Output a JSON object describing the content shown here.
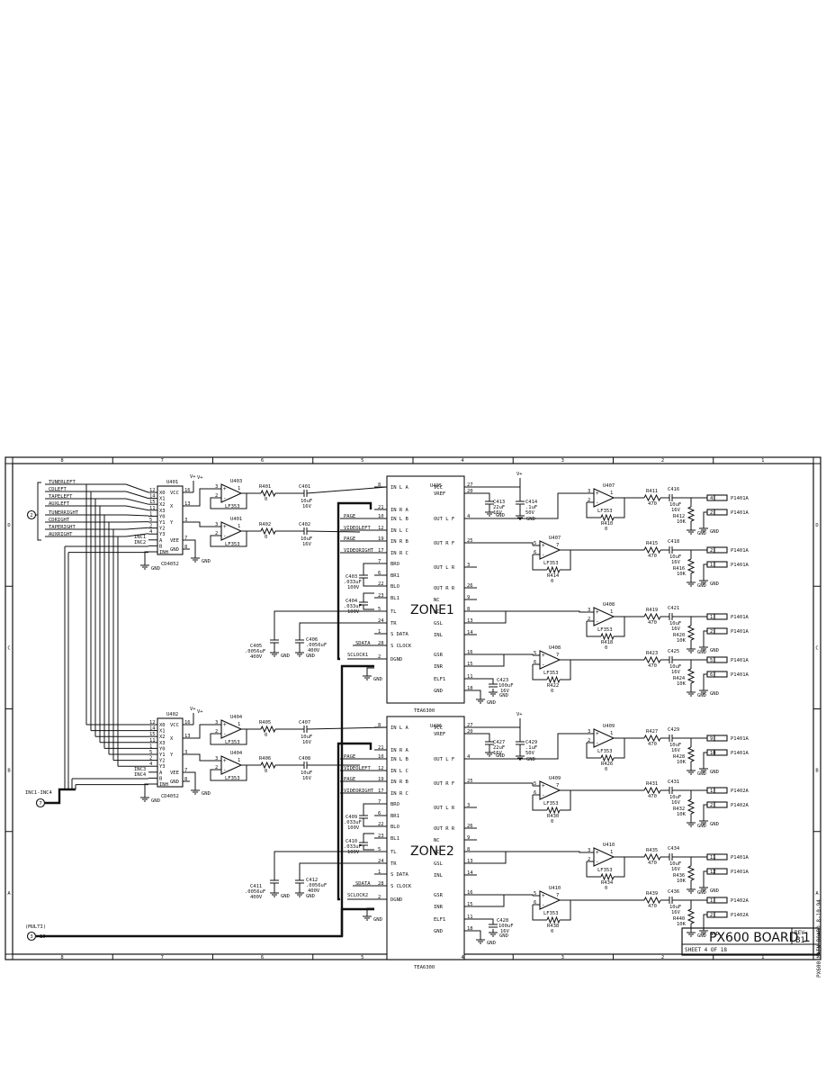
{
  "title_block": {
    "board_name": "PX600 BOARD 1",
    "rev_label": "REV",
    "rev_value": "B1",
    "sheet": "SHEET 4 OF 18",
    "side_note": "PX600 MAIN BOARD 8-10-94"
  },
  "connectors": {
    "input2_number": "2",
    "multi_label": "(MULTI)",
    "multi_number": "3",
    "multi_pin": "10",
    "inc_bus_label": "INC1-INC4",
    "inc_bus_number": "7"
  },
  "inputs_left": [
    "TUNERLEFT",
    "CDLEFT",
    "TAPELEFT",
    "AUXLEFT"
  ],
  "inputs_right": [
    "TUNERRIGHT",
    "CDRIGHT",
    "TAPERIGHT",
    "AUXRIGHT"
  ],
  "mux": {
    "top": {
      "ref": "U401",
      "part": "CD4052",
      "pins_left": [
        "12",
        "14",
        "15",
        "11",
        "1",
        "5",
        "2",
        "4"
      ],
      "pins_x": [
        "10",
        "9",
        "6",
        "8"
      ],
      "vdd_pin": "16",
      "x_pin": "13",
      "y_pin": "3",
      "vee_pin": "7",
      "gnd_pin": "8",
      "ctrl": [
        "INC1",
        "INC2"
      ]
    },
    "bottom": {
      "ref": "U402",
      "part": "CD4052",
      "ctrl": [
        "INC3",
        "INC4"
      ]
    },
    "inner_left": [
      "X0",
      "X1",
      "X2",
      "X3",
      "Y0",
      "Y1",
      "Y2",
      "Y3",
      "A",
      "B",
      "INH"
    ],
    "inner_right": [
      "VCC",
      "X",
      "Y",
      "VEE",
      "GND"
    ]
  },
  "buffers": {
    "top": [
      {
        "ref": "U403",
        "part": "LF353",
        "r": "R401",
        "r_val": "0",
        "c": "C401",
        "c_val": "10uF",
        "c_v": "16V"
      },
      {
        "ref": "U401",
        "part": "LF353",
        "r": "R402",
        "r_val": "0",
        "c": "C402",
        "c_val": "10uF",
        "c_v": "16V"
      }
    ],
    "bottom": [
      {
        "ref": "U404",
        "part": "LF353",
        "r": "R405",
        "r_val": "0",
        "c": "C407",
        "c_val": "10uF",
        "c_v": "16V"
      },
      {
        "ref": "U404",
        "part": "LF353",
        "r": "R406",
        "r_val": "0",
        "c": "C408",
        "c_val": "10uF",
        "c_v": "16V"
      }
    ]
  },
  "common": {
    "vplus": "V+",
    "gnd": "GND",
    "lf353": "LF353",
    "op_pins": [
      "3",
      "2",
      "1",
      "5",
      "6",
      "7"
    ]
  },
  "zones": [
    {
      "name": "ZONE1",
      "ref": "U405",
      "part": "TEA6300",
      "left_pins": [
        [
          "IN L A",
          "8"
        ],
        [
          "IN R A",
          "21"
        ],
        [
          "IN L B",
          "10"
        ],
        [
          "IN L C",
          "12"
        ],
        [
          "IN R B",
          "19"
        ],
        [
          "IN R C",
          "17"
        ],
        [
          "BRO",
          "7"
        ],
        [
          "BR1",
          "6"
        ],
        [
          "BLO",
          "22"
        ],
        [
          "BL1",
          "23"
        ],
        [
          "TL",
          "5"
        ],
        [
          "TR",
          "24"
        ],
        [
          "S DATA",
          "1"
        ],
        [
          "S CLOCK",
          "28"
        ],
        [
          "DGND",
          "2"
        ]
      ],
      "right_pins": [
        [
          "VCC",
          "27"
        ],
        [
          "VREF",
          "20"
        ],
        [
          "OUT L F",
          "4"
        ],
        [
          "OUT R F",
          "25"
        ],
        [
          "OUT L R",
          "3"
        ],
        [
          "OUT R R",
          "26"
        ],
        [
          "NC",
          "9"
        ],
        [
          "NC",
          "8"
        ],
        [
          "GSL",
          "13"
        ],
        [
          "INL",
          "14"
        ],
        [
          "GSR",
          "16"
        ],
        [
          "INR",
          "15"
        ],
        [
          "ELF1",
          "11"
        ],
        [
          "GND",
          "18"
        ]
      ],
      "nets": [
        "PAGE",
        "VIDEOLEFT",
        "PAGE",
        "VIDEORIGHT",
        "SDATA",
        "SCLOCK1"
      ],
      "caps": [
        {
          "ref": "C403",
          "val": ".033uF",
          "v": "100V"
        },
        {
          "ref": "C404",
          "val": ".033uF",
          "v": "100V"
        },
        {
          "ref": "C405",
          "val": ".0056uF",
          "v": "400V"
        },
        {
          "ref": "C406",
          "val": ".0056uF",
          "v": "400V"
        },
        {
          "ref": "C413",
          "val": "22uF",
          "v": "16V"
        },
        {
          "ref": "C414",
          "val": ".1uF",
          "v": "50V"
        },
        {
          "ref": "C423",
          "val": "100uF",
          "v": "16V"
        }
      ],
      "outputs": [
        {
          "op": "U407",
          "op_pins": [
            "3",
            "2",
            "1"
          ],
          "r_fb": "R410",
          "r": "R411",
          "r_val": "470",
          "c": "C416",
          "c_val": "10uF",
          "c_v": "16V",
          "rl": "R412",
          "rl_val": "10K",
          "pin": "4",
          "conn": "P1401A",
          "pin2": "2",
          "conn2": "P1401A"
        },
        {
          "op": "U407",
          "op_pins": [
            "5",
            "6",
            "7"
          ],
          "r_fb": "R414",
          "r": "R415",
          "r_val": "470",
          "c": "C418",
          "c_val": "10uF",
          "c_v": "16V",
          "rl": "R416",
          "rl_val": "10K",
          "pin": "2",
          "conn": "P1401A",
          "pin2": "1",
          "conn2": "P1401A"
        },
        {
          "op": "U408",
          "op_pins": [
            "3",
            "2",
            "1"
          ],
          "r_fb": "R418",
          "r": "R419",
          "r_val": "470",
          "c": "C421",
          "c_val": "10uF",
          "c_v": "16V",
          "rl": "R420",
          "rl_val": "10K",
          "pin": "1",
          "conn": "P1401A",
          "pin2": "2",
          "conn2": "P1401A"
        },
        {
          "op": "U408",
          "op_pins": [
            "5",
            "6",
            "7"
          ],
          "r_fb": "R422",
          "r": "R423",
          "r_val": "470",
          "c": "C425",
          "c_val": "10uF",
          "c_v": "16V",
          "rl": "R424",
          "rl_val": "10K",
          "pin": "5",
          "conn": "P1401A",
          "pin2": "6",
          "conn2": "P1401A"
        }
      ]
    },
    {
      "name": "ZONE2",
      "ref": "U406",
      "part": "TEA6300",
      "left_pins": [
        [
          "IN L A",
          "8"
        ],
        [
          "IN R A",
          "21"
        ],
        [
          "IN L B",
          "10"
        ],
        [
          "IN L C",
          "12"
        ],
        [
          "IN R B",
          "19"
        ],
        [
          "IN R C",
          "17"
        ],
        [
          "BRO",
          "7"
        ],
        [
          "BR1",
          "6"
        ],
        [
          "BLO",
          "22"
        ],
        [
          "BL1",
          "23"
        ],
        [
          "TL",
          "5"
        ],
        [
          "TR",
          "24"
        ],
        [
          "S DATA",
          "1"
        ],
        [
          "S CLOCK",
          "28"
        ],
        [
          "DGND",
          "2"
        ]
      ],
      "right_pins": [
        [
          "VCC",
          "27"
        ],
        [
          "VREF",
          "20"
        ],
        [
          "OUT L F",
          "4"
        ],
        [
          "OUT R F",
          "25"
        ],
        [
          "OUT L R",
          "3"
        ],
        [
          "OUT R R",
          "26"
        ],
        [
          "NC",
          "9"
        ],
        [
          "NC",
          "8"
        ],
        [
          "GSL",
          "13"
        ],
        [
          "INL",
          "14"
        ],
        [
          "GSR",
          "16"
        ],
        [
          "INR",
          "15"
        ],
        [
          "ELF1",
          "11"
        ],
        [
          "GND",
          "18"
        ]
      ],
      "nets": [
        "PAGE",
        "VIDEOLEFT",
        "PAGE",
        "VIDEORIGHT",
        "SDATA",
        "SCLOCK2"
      ],
      "caps": [
        {
          "ref": "C409",
          "val": ".033uF",
          "v": "100V"
        },
        {
          "ref": "C410",
          "val": ".033uF",
          "v": "100V"
        },
        {
          "ref": "C411",
          "val": ".0056uF",
          "v": "400V"
        },
        {
          "ref": "C412",
          "val": ".0056uF",
          "v": "400V"
        },
        {
          "ref": "C427",
          "val": "22uF",
          "v": "16V"
        },
        {
          "ref": "C429",
          "val": ".1uF",
          "v": "50V"
        },
        {
          "ref": "C428",
          "val": "100uF",
          "v": "16V"
        }
      ],
      "outputs": [
        {
          "op": "U409",
          "op_pins": [
            "3",
            "2",
            "1"
          ],
          "r_fb": "R426",
          "r": "R427",
          "r_val": "470",
          "c": "C429",
          "c_val": "10uF",
          "c_v": "16V",
          "rl": "R428",
          "rl_val": "10K",
          "pin": "9",
          "conn": "P1401A",
          "pin2": "10",
          "conn2": "P1401A"
        },
        {
          "op": "U409",
          "op_pins": [
            "5",
            "6",
            "7"
          ],
          "r_fb": "R430",
          "r": "R431",
          "r_val": "470",
          "c": "C431",
          "c_val": "10uF",
          "c_v": "16V",
          "rl": "R432",
          "rl_val": "10K",
          "pin": "1",
          "conn": "P1402A",
          "pin2": "2",
          "conn2": "P1402A"
        },
        {
          "op": "U410",
          "op_pins": [
            "3",
            "2",
            "1"
          ],
          "r_fb": "R434",
          "r": "R435",
          "r_val": "470",
          "c": "C434",
          "c_val": "10uF",
          "c_v": "16V",
          "rl": "R436",
          "rl_val": "10K",
          "pin": "11",
          "conn": "P1401A",
          "pin2": "12",
          "conn2": "P1401A"
        },
        {
          "op": "U410",
          "op_pins": [
            "5",
            "6",
            "7"
          ],
          "r_fb": "R438",
          "r": "R439",
          "r_val": "470",
          "c": "C436",
          "c_val": "10uF",
          "c_v": "16V",
          "rl": "R440",
          "rl_val": "10K",
          "pin": "1",
          "conn": "P1402A",
          "pin2": "2",
          "conn2": "P1402A"
        }
      ]
    }
  ],
  "frame": {
    "col_marks": [
      "8",
      "7",
      "6",
      "5",
      "4",
      "3",
      "2",
      "1"
    ],
    "row_marks": [
      "D",
      "C",
      "B",
      "A"
    ]
  }
}
